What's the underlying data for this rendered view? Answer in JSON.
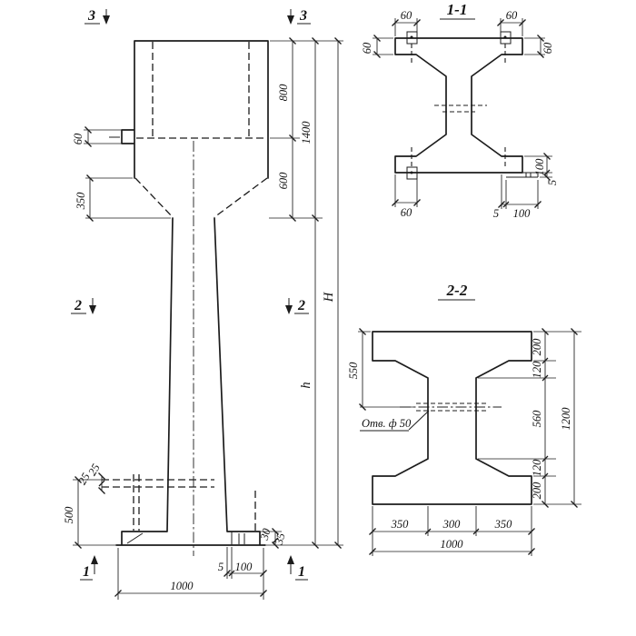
{
  "colors": {
    "ink": "#1c1c1c",
    "paper": "#ffffff"
  },
  "elevation": {
    "markers": {
      "top_left": "3",
      "top_right": "3",
      "mid_left": "2",
      "mid_right": "2",
      "bottom_left": "1",
      "bottom_right": "1"
    },
    "dims": {
      "corbel_height": "60",
      "taper_height": "350",
      "upper_top": "800",
      "upper_mid": "600",
      "upper_total": "1400",
      "total_height": "H",
      "shaft_height": "h",
      "base_zone": "500",
      "hole_offset_a": "25",
      "hole_offset_b": "25",
      "foot_a": "30",
      "foot_b": "35",
      "plate_thickness": "5",
      "plate_length": "100",
      "base_width": "1000"
    }
  },
  "section_1_1": {
    "title": "1-1",
    "dims": {
      "top_left_h": "60",
      "top_left_v": "60",
      "top_right_h": "60",
      "top_right_v": "60",
      "bottom_left": "60",
      "bottom_plate_t": "5",
      "bottom_plate_l": "100",
      "side_plate_l": "100",
      "side_plate_t": "5"
    }
  },
  "section_2_2": {
    "title": "2-2",
    "hole_label": "Отв. ф 50",
    "dims": {
      "flange_top": "200",
      "haunch_top": "120",
      "web_clear": "560",
      "haunch_bottom": "120",
      "flange_bottom": "200",
      "depth_total": "1200",
      "left_to_hole": "550",
      "bottom_left": "350",
      "bottom_mid": "300",
      "bottom_right": "350",
      "bottom_total": "1000"
    }
  }
}
